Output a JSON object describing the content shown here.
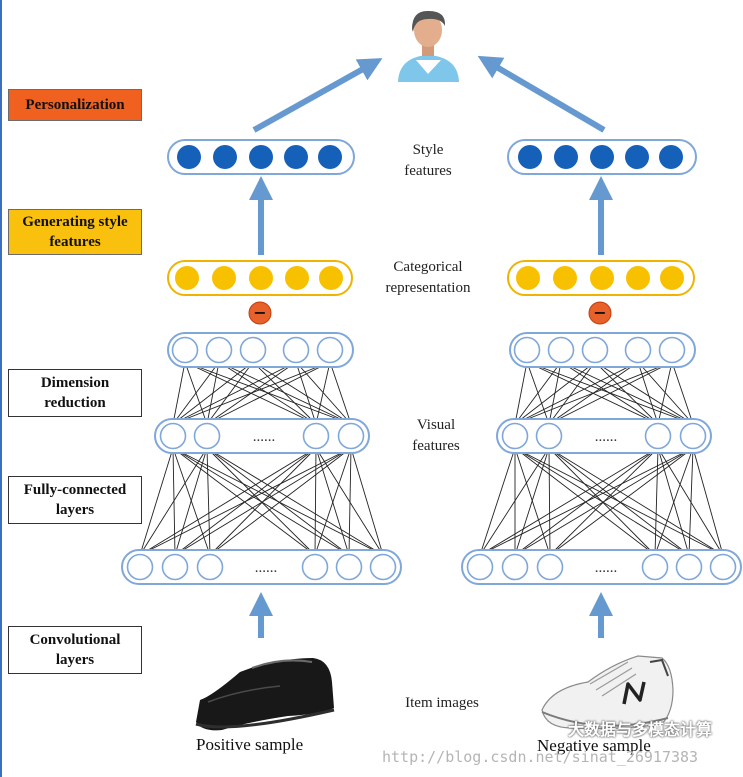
{
  "stages": {
    "personalization": {
      "text": "Personalization",
      "color": "#F0601E"
    },
    "generating": {
      "text": "Generating style\nfeatures",
      "color": "#F9C10E"
    },
    "dimension": {
      "text": "Dimension\nreduction",
      "color": "#FFFFFF"
    },
    "fully": {
      "text": "Fully-connected\nlayers",
      "color": "#FFFFFF"
    },
    "conv": {
      "text": "Convolutional\nlayers",
      "color": "#FFFFFF"
    }
  },
  "labels": {
    "style": "Style\nfeatures",
    "categorical": "Categorical\nrepresentation",
    "visual": "Visual\nfeatures",
    "item_images": "Item images"
  },
  "captions": {
    "positive": "Positive sample",
    "negative": "Negative sample"
  },
  "layers": {
    "ellipsis": "......",
    "minus": "−"
  },
  "colors": {
    "style_node": "#1560B8",
    "category_node": "#F8C100",
    "arrow": "#6699D0",
    "layer_border": "#7FA7DA",
    "minus_fill": "#E8602A"
  },
  "icons": {
    "user": "user-avatar-icon",
    "positive_image": "black-loafer-shoe",
    "negative_image": "white-sneaker-shoe"
  },
  "watermark": {
    "url": "http://blog.csdn.net/sinat_26917383",
    "channel": "大数据与多模态计算"
  }
}
